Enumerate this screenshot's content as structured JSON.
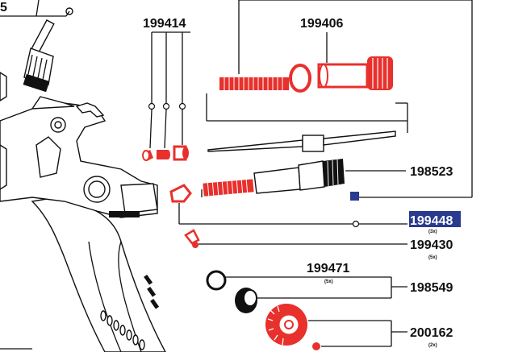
{
  "title": "Spray gun exploded parts diagram",
  "colors": {
    "part_accent": "#e8302c",
    "line": "#111111",
    "highlight_bg": "#2a3a8f",
    "highlight_text": "#ffffff"
  },
  "parts": {
    "p199414": {
      "number": "199414"
    },
    "p199406": {
      "number": "199406"
    },
    "p198523": {
      "number": "198523"
    },
    "p199448": {
      "number": "199448",
      "qty": "(3x)",
      "highlighted": true
    },
    "p199430": {
      "number": "199430",
      "qty": "(5x)"
    },
    "p199471": {
      "number": "199471",
      "qty": "(5x)"
    },
    "p198549": {
      "number": "198549"
    },
    "p200162": {
      "number": "200162",
      "qty": "(2x)"
    },
    "p_top": {
      "number": "5"
    }
  }
}
